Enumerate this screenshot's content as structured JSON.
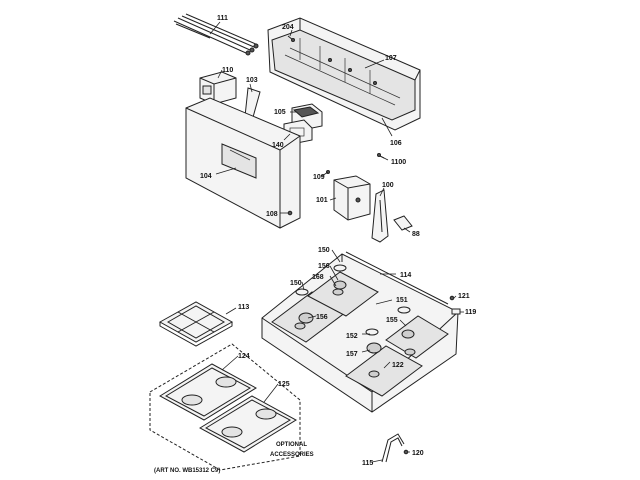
{
  "labels": {
    "p111": "111",
    "p204": "204",
    "p107": "107",
    "p110": "110",
    "p103": "103",
    "p105": "105",
    "p140": "140",
    "p106": "106",
    "p1100": "1100",
    "p104": "104",
    "p109": "109",
    "p100": "100",
    "p101": "101",
    "p108": "108",
    "p88": "88",
    "p150a": "150",
    "p156a": "156",
    "p168": "168",
    "p114": "114",
    "p150b": "150",
    "p151": "151",
    "p121": "121",
    "p113": "113",
    "p156b": "156",
    "p155": "155",
    "p119": "119",
    "p152": "152",
    "p157": "157",
    "p122": "122",
    "p124": "124",
    "p125": "125",
    "p120": "120",
    "p115": "115"
  },
  "notes": {
    "optional_line1": "OPTIONAL",
    "optional_line2": "ACCESSORIES",
    "art_no": "(ART NO. WB15312 C9)"
  }
}
